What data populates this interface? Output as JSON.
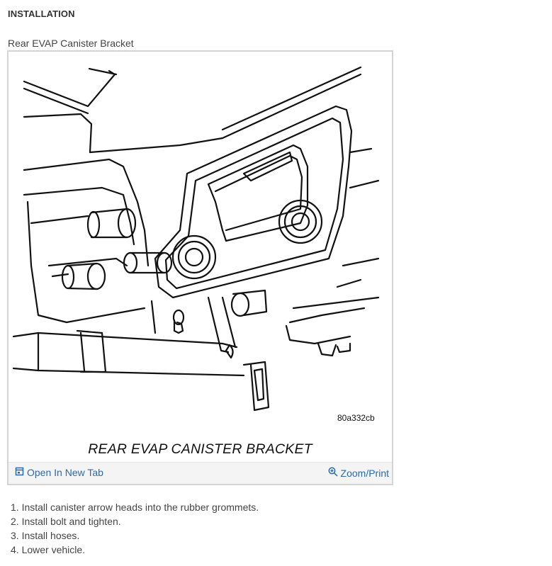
{
  "section": {
    "heading": "INSTALLATION"
  },
  "figure": {
    "title": "Rear EVAP Canister Bracket",
    "code": "80a332cb",
    "caption": "REAR EVAP CANISTER BRACKET",
    "open_tab_label": "Open In New Tab",
    "zoom_print_label": "Zoom/Print",
    "icons": {
      "open_tab": "open-new-tab-icon",
      "zoom": "zoom-icon"
    },
    "colors": {
      "link": "#2b6aa8",
      "frame_border": "#d4d4d4",
      "toolbar_bg": "#f4f4f4"
    }
  },
  "steps": [
    "1. Install canister arrow heads into the rubber grommets.",
    "2. Install bolt and tighten.",
    "3. Install hoses.",
    "4. Lower vehicle."
  ]
}
